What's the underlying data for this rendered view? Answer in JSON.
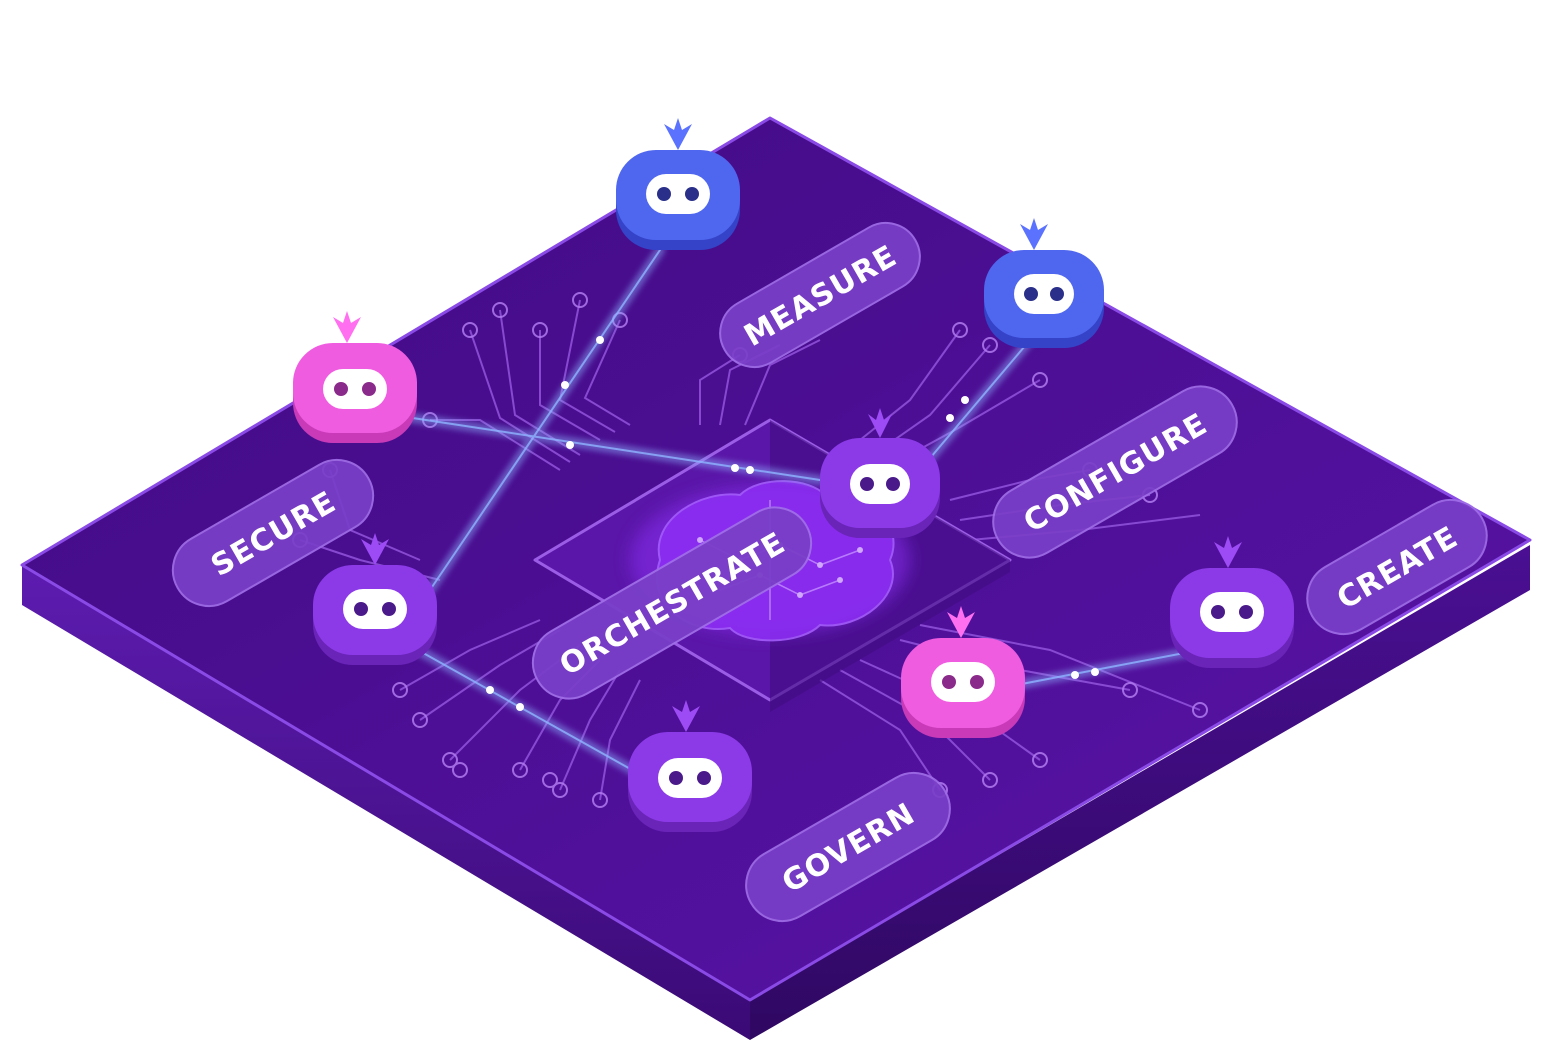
{
  "labels": {
    "measure": "MEASURE",
    "configure": "CONFIGURE",
    "secure": "SECURE",
    "orchestrate": "ORCHESTRATE",
    "create": "CREATE",
    "govern": "GOVERN"
  },
  "colors": {
    "board_top": "#4a0d8f",
    "board_side": "#3a0a75",
    "board_edge": "#7a35d9",
    "chip": "#5a16a8",
    "trace": "#9b5de5",
    "pill": "#7a3fc8",
    "robot_blue": "#4f66ee",
    "robot_pink": "#f05ce0",
    "robot_purple": "#8c3ae8",
    "beam": "#8fb4ff"
  },
  "icons": {
    "robot": "robot-head-icon",
    "brain": "brain-icon",
    "antenna": "butterfly-antenna-icon"
  }
}
